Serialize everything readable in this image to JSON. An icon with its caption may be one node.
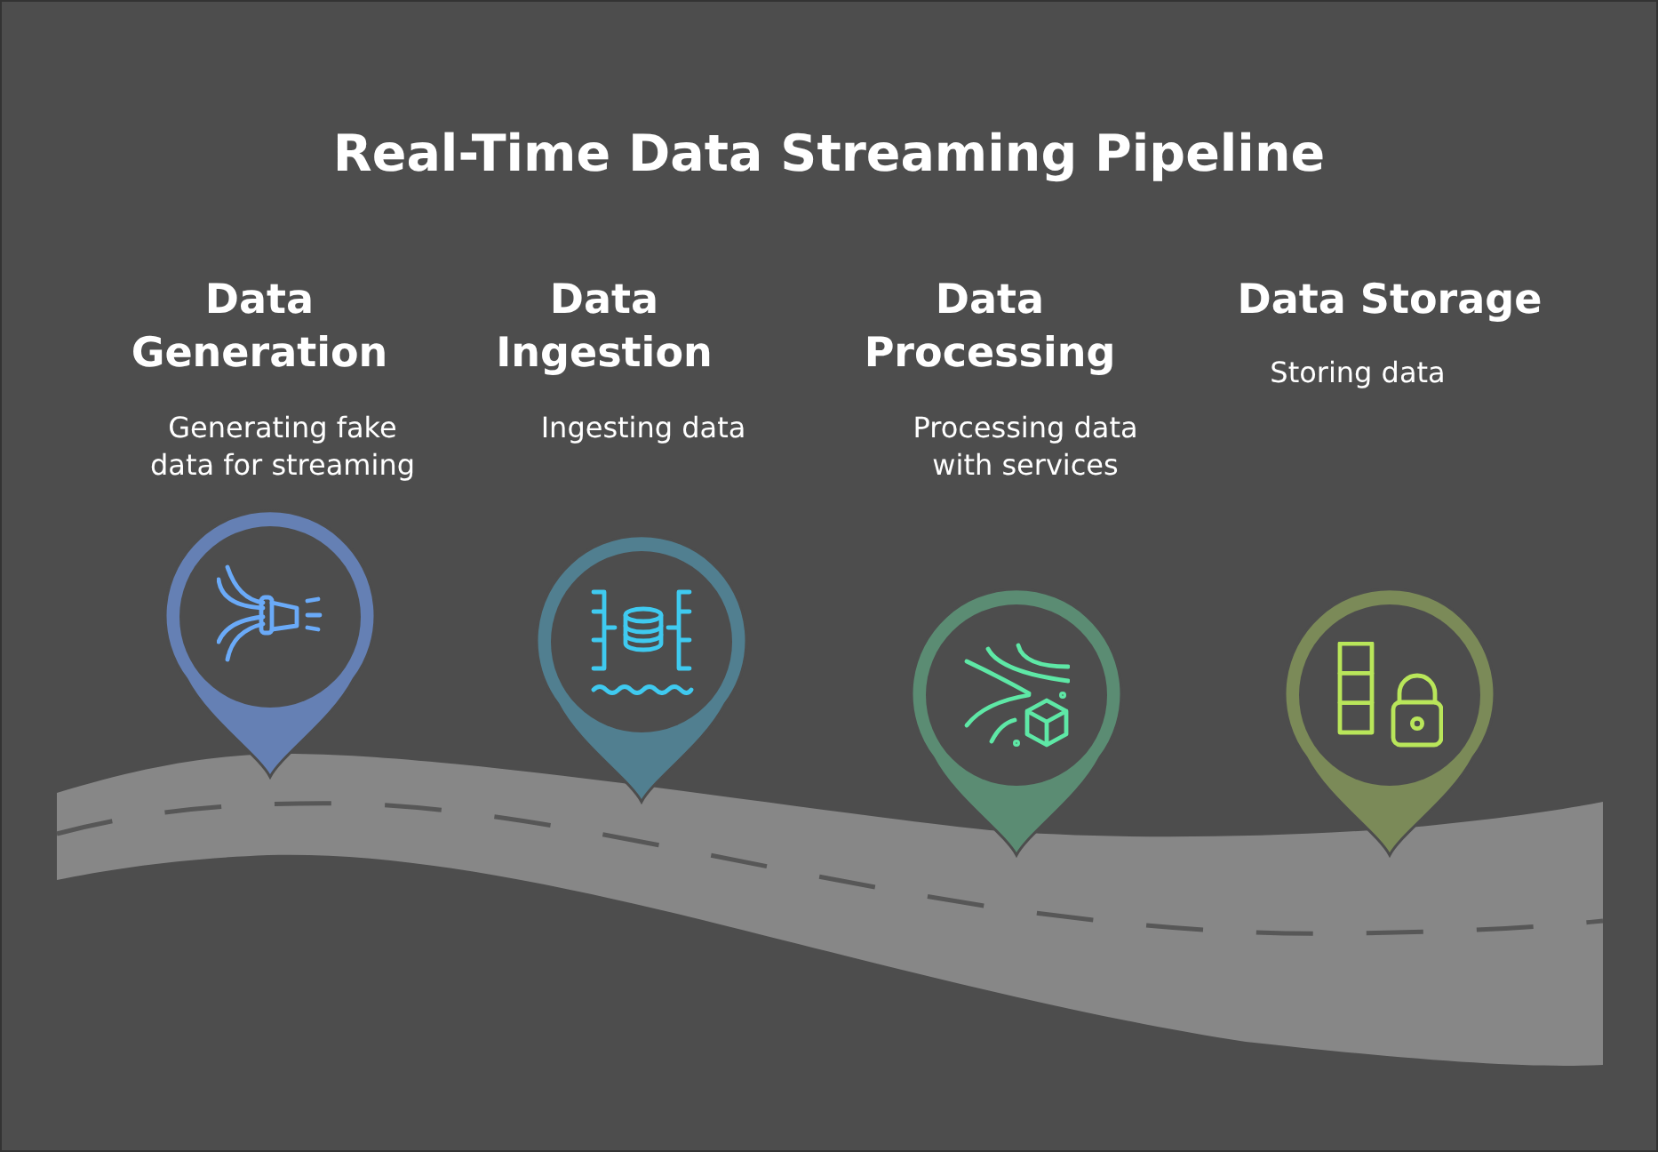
{
  "diagram": {
    "title": "Real-Time Data Streaming Pipeline",
    "labels": [
      "Data Generation",
      "Generating fake data for streaming",
      "Data Ingestion",
      "Ingesting data",
      "Data Processing",
      "Processing data with services",
      "Data Storage",
      "Storing data"
    ]
  }
}
